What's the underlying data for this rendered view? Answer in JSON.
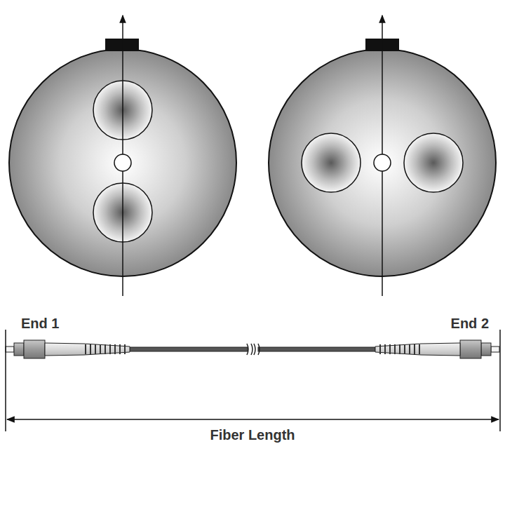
{
  "diagram": {
    "labels": [
      "End 1",
      "End 2",
      "Fiber Length"
    ]
  }
}
